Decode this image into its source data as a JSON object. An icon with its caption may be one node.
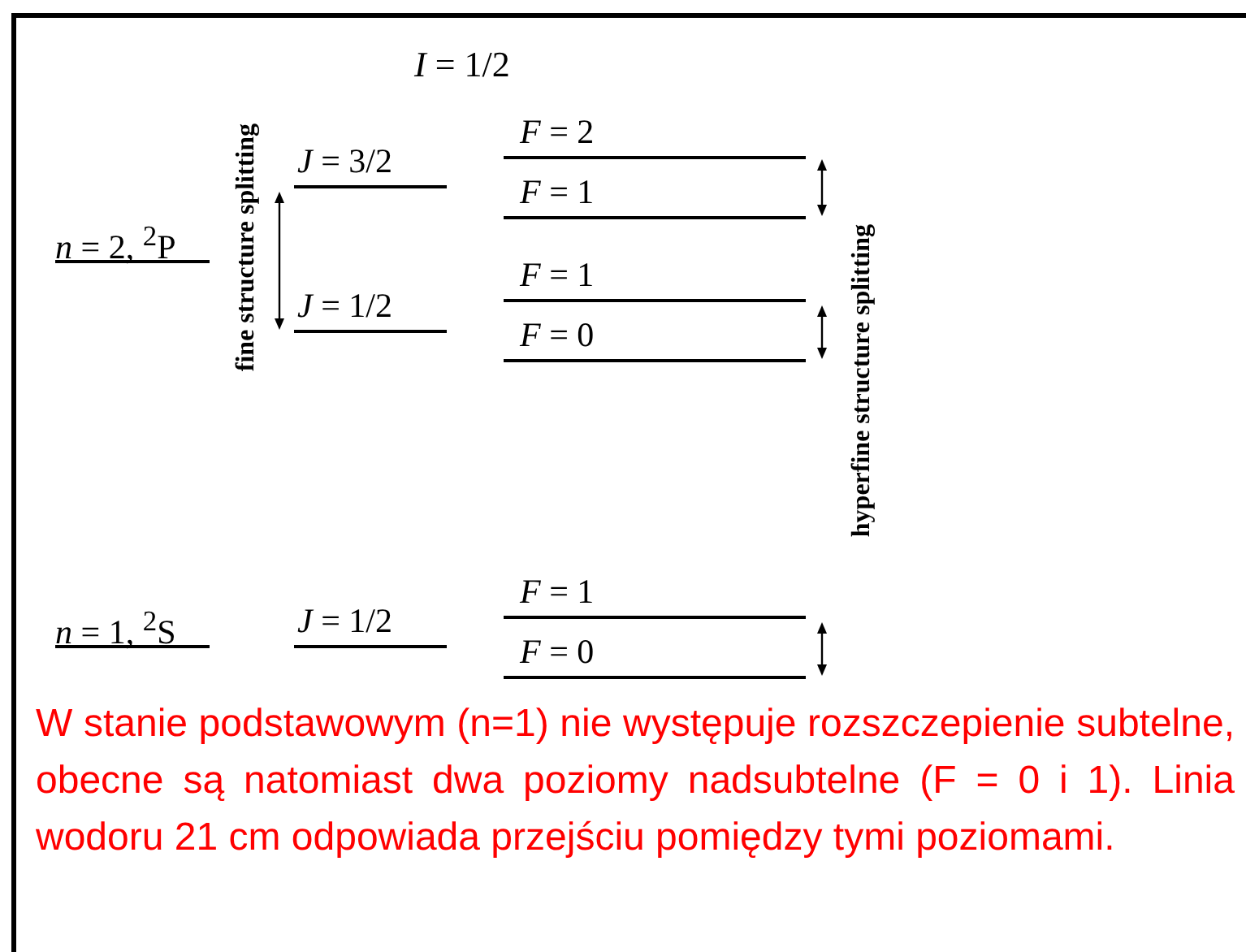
{
  "diagram": {
    "title": "*I* = 1/2",
    "labels": [
      "*J* = 3/2",
      "*F* = 2",
      "*F* = 1",
      "*n* = 2, $^{2}$P",
      "fine structure splitting",
      "*J* = 1/2",
      "*F* = 1",
      "*F* = 0",
      "hyperfine structure splitting",
      "*n* = 1, $^{2}$S",
      "*J* = 1/2",
      "*F* = 1",
      "*F* = 0"
    ],
    "caption": "W stanie podstawowym (n=1) nie występuje rozszczepienie subtelne, obecne są natomiast dwa poziomy nadsubtelne (F = 0 i 1). Linia wodoru 21 cm odpowiada przejściu pomiędzy tymi poziomami."
  }
}
